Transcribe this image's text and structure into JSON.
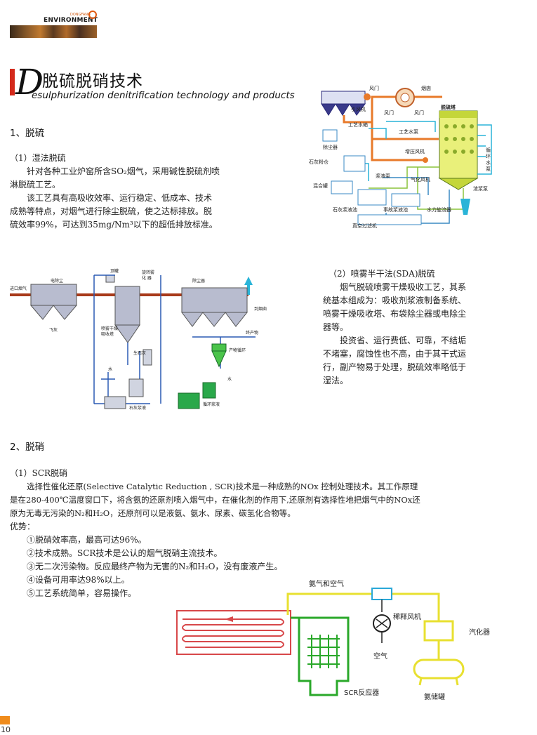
{
  "header": {
    "logo_word": "ENVIRONMENT",
    "logo_sub": "DONGFANG"
  },
  "title": {
    "initial": "D",
    "cn": "脱硫脱硝技术",
    "en": "esulphurization denitrification technology and products"
  },
  "section1": {
    "heading": "1、脱硫",
    "wet": {
      "heading": "（1）湿法脱硫",
      "lines": [
        "针对各种工业炉窑所含SO₂烟气，采用碱性脱硫剂喷",
        "淋脱硫工艺。",
        "该工艺具有高吸收效率、运行稳定、低成本、技术",
        "成熟等特点，对烟气进行除尘脱硫，使之达标排放。脱",
        "硫效率99%，可达到35mg/Nm³以下的超低排放标准。"
      ]
    },
    "sda": {
      "heading": "（2）喷雾半干法(SDA)脱硫",
      "lines": [
        "烟气脱硫喷雾干燥吸收工艺，其系",
        "统基本组成为：吸收剂浆液制备系统、",
        "喷雾干燥吸收塔、布袋除尘器或电除尘",
        "器等。",
        "投资省、运行费低、可靠，不结垢",
        "不堵塞，腐蚀性也不高，由于其干式运",
        "行，副产物易于处理，脱硫效率略低于",
        "湿法。"
      ]
    }
  },
  "diagram1": {
    "fengmen_top": "风门",
    "yanzhou": "烟囱",
    "yinfengji": "引风机",
    "fengmen_mid": "风门",
    "fengmen_right": "风门",
    "tuoliuta": "脱硫塔",
    "chuchenqi": "除尘器",
    "gongyishuixiang": "工艺水箱",
    "gongyishuibeng": "工艺水泵",
    "zengyafengji": "增压风机",
    "xunhuan": [
      "循",
      "环",
      "水",
      "泵"
    ],
    "shihuifencang": "石灰粉仓",
    "jiangyebeng": "浆液泵",
    "qihuafengji": "气化风机",
    "zhajiangbeng": "渣浆泵",
    "hunheguan": "混合罐",
    "shihuijiangyechi": "石灰浆液池",
    "shigujiangyechi": "事故浆液池",
    "shuilixuanliuqi": "水力旋流器",
    "zhenkongguolvji": "真空过滤机"
  },
  "diagram2": {
    "dingguan": "顶罐",
    "xuanzhuanwuhuaqi": [
      "旋转雾",
      "化  器"
    ],
    "dianchuchen": "电除尘",
    "chuchenqi": "除尘器",
    "jinkouyanqi": "进口烟气",
    "daoyanzhou": "到烟囱",
    "feihui": "飞灰",
    "penwu": [
      "喷雾干燥",
      "吸收塔"
    ],
    "chanwu": "终产物",
    "shengshihui": "生石灰",
    "chanwuxunhuan": "产物循环",
    "shui1": "水",
    "shui2": "水",
    "shihuijiangye": "石灰浆液",
    "xunhuanjiangye": "循环浆液"
  },
  "section2": {
    "heading": "2、脱硝",
    "scr_heading": "（1）SCR脱硝",
    "lines": [
      "选择性催化还原(Selective Catalytic Reduction , SCR)技术是一种成熟的NOx 控制处理技术。其工作原理",
      "是在280-400℃温度窗口下，将含氨的还原剂喷入烟气中，在催化剂的作用下,还原剂有选择性地把烟气中的NOx还",
      "原为无毒无污染的N₂和H₂O，还原剂可以是液氨、氨水、尿素、碳氢化合物等。"
    ],
    "advantages_label": "优势：",
    "advantages": [
      "①脱硝效率高，最高可达96%。",
      "②技术成熟。SCR技术是公认的烟气脱硝主流技术。",
      "③无二次污染物。反应最终产物为无害的N₂和H₂O，没有废液产生。",
      "④设备可用率达98%以上。",
      "⑤工艺系统简单，容易操作。"
    ]
  },
  "diagram3": {
    "anqikongqi": "氨气和空气",
    "xishifengji": "稀释风机",
    "qihuaqi": "汽化器",
    "kongqi": "空气",
    "scr": "SCR反应器",
    "anchuguan": "氨储罐"
  },
  "footer": {
    "page": "10"
  }
}
